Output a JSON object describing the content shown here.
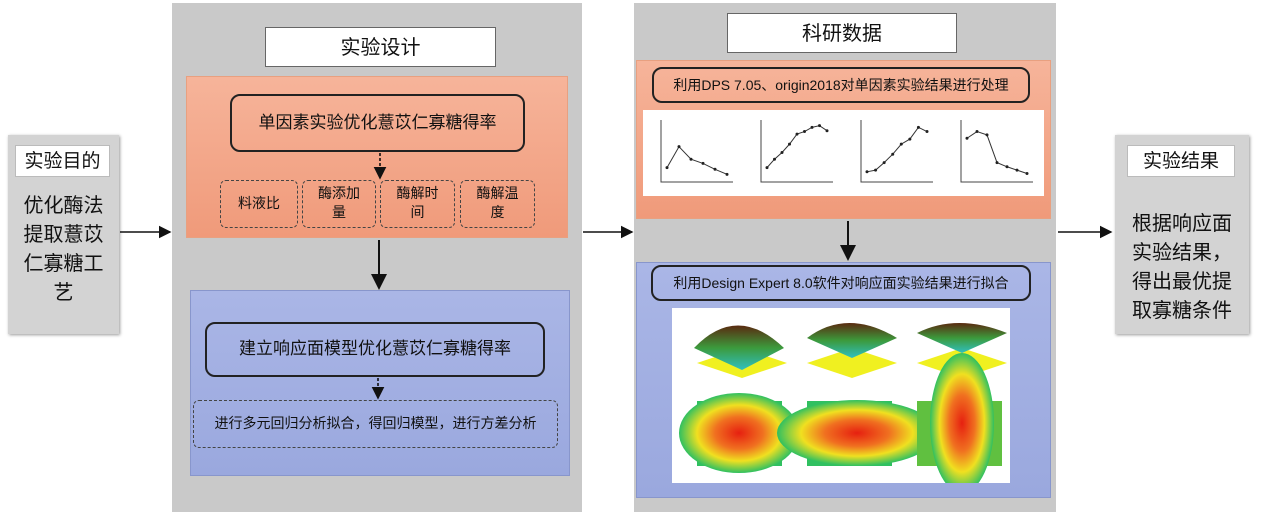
{
  "goal": {
    "label": "实验目的",
    "text": [
      "优化酶法",
      "提取薏苡",
      "仁寡糖工",
      "艺"
    ]
  },
  "design": {
    "title": "实验设计",
    "single_factor": "单因素实验优化薏苡仁寡糖得率",
    "factors": [
      "料液比",
      "酶添加\n量",
      "酶解时\n间",
      "酶解温\n度"
    ],
    "rsm": "建立响应面模型优化薏苡仁寡糖得率",
    "analysis": "进行多元回归分析拟合，得回归模型，进行方差分析"
  },
  "data": {
    "title": "科研数据",
    "dps": "利用DPS 7.05、origin2018对单因素实验结果进行处理",
    "de": "利用Design Expert 8.0软件对响应面实验结果进行拟合"
  },
  "result": {
    "label": "实验结果",
    "text": [
      "根据响应面",
      "实验结果，",
      "得出最优提",
      "取寡糖条件"
    ]
  },
  "mini_charts": [
    [
      1,
      3.5,
      2,
      1.5,
      0.8,
      0.2
    ],
    [
      1,
      2,
      2.8,
      3.8,
      5,
      5.3,
      5.8,
      6,
      5.4
    ],
    [
      0.5,
      0.7,
      1.6,
      2.6,
      3.8,
      4.4,
      5.8,
      5.3
    ],
    [
      4.5,
      5.3,
      4.9,
      1.6,
      1.1,
      0.7,
      0.3
    ]
  ],
  "colors": {
    "orange": "#f4a98a",
    "blue": "#a0aee0",
    "panel": "#c9c9c9"
  }
}
